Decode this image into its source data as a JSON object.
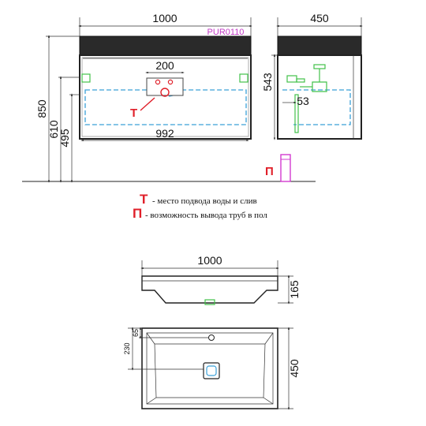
{
  "model_code": "PUR0110",
  "front_view": {
    "width": "1000",
    "inner_width": "992",
    "cutout_width": "200",
    "height_total": "850",
    "height_610": "610",
    "height_495": "495"
  },
  "side_view": {
    "depth": "450",
    "height_543": "543",
    "offset_53": "53"
  },
  "legend": [
    {
      "symbol": "Т",
      "text": "- место подвода воды и слив",
      "color": "#e0202a"
    },
    {
      "symbol": "П",
      "text": "- возможность вывода труб в пол",
      "color": "#e0202a"
    }
  ],
  "sink_side_view": {
    "width": "1000",
    "height": "165"
  },
  "sink_top_view": {
    "depth": "450",
    "dim_230": "230",
    "dim_65": "65"
  },
  "colors": {
    "accent_red": "#e0202a",
    "model_magenta": "#c23bc6",
    "water_blue": "#3aa0d8",
    "fitting_green": "#42c24a"
  }
}
